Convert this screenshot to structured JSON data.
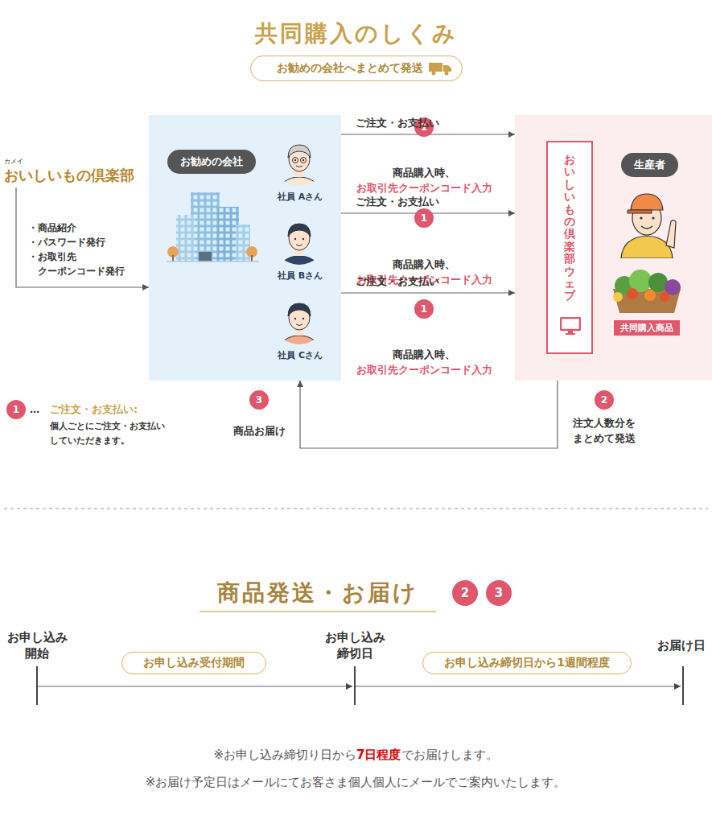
{
  "diagram": {
    "title": "共同購入のしくみ",
    "nodes": [
      {
        "text": [
          "お勧めの会社へまとめて発送"
        ]
      },
      {
        "text": [
          "カメイ",
          "おいしいもの倶楽部"
        ]
      },
      {
        "text": [
          "お勧めの会社"
        ]
      },
      {
        "text": [
          "社員 Aさん"
        ],
        "in": 2
      },
      {
        "text": [
          "社員 Bさん"
        ],
        "in": 2
      },
      {
        "text": [
          "社員 Cさん"
        ],
        "in": 2
      },
      {
        "text": [
          "生産者"
        ]
      },
      {
        "text": [
          "おいしいもの倶楽部ウェブ"
        ],
        "in": 6
      },
      {
        "text": [
          "共同購入商品"
        ],
        "in": 6
      },
      {
        "text": [
          "お申し込み受付期間"
        ]
      },
      {
        "text": [
          "お申し込み締切日から1週間程度"
        ]
      }
    ],
    "edges": [
      {
        "from": 1,
        "to": 2,
        "arrow": "to"
      },
      {
        "from": 3,
        "to": 6,
        "label": "ご注文・お支払い",
        "arrow": "to"
      },
      {
        "from": 4,
        "to": 6,
        "label": "ご注文・お支払い",
        "arrow": "to"
      },
      {
        "from": 5,
        "to": 6,
        "label": "ご注文・お支払い",
        "arrow": "to"
      },
      {
        "from": 6,
        "to": 2,
        "arrow": "to"
      }
    ],
    "labels": [
      "・商品紹介",
      "・パスワード発行",
      "・お取引先 クーポンコード発行",
      "1",
      "商品購入時、",
      "お取引先クーポンコード入力",
      "1",
      "商品購入時、",
      "お取引先クーポンコード入力",
      "1",
      "商品購入時、",
      "お取引先クーポンコード入力",
      "1",
      "…",
      "ご注文・お支払い:",
      "個人ごとにご注文・お支払い していただきます。",
      "3",
      "商品お届け",
      "2",
      "注文人数分を まとめて発送",
      "商品発送・お届け",
      "2",
      "3",
      "お申し込み 開始",
      "お申し込み 締切日",
      "お届け日",
      "※お申し込み締切り日から",
      "7日程度",
      "でお届けします。",
      "※お届け予定日はメールにてお客さま個人個人にメールでご案内いたします。"
    ]
  }
}
